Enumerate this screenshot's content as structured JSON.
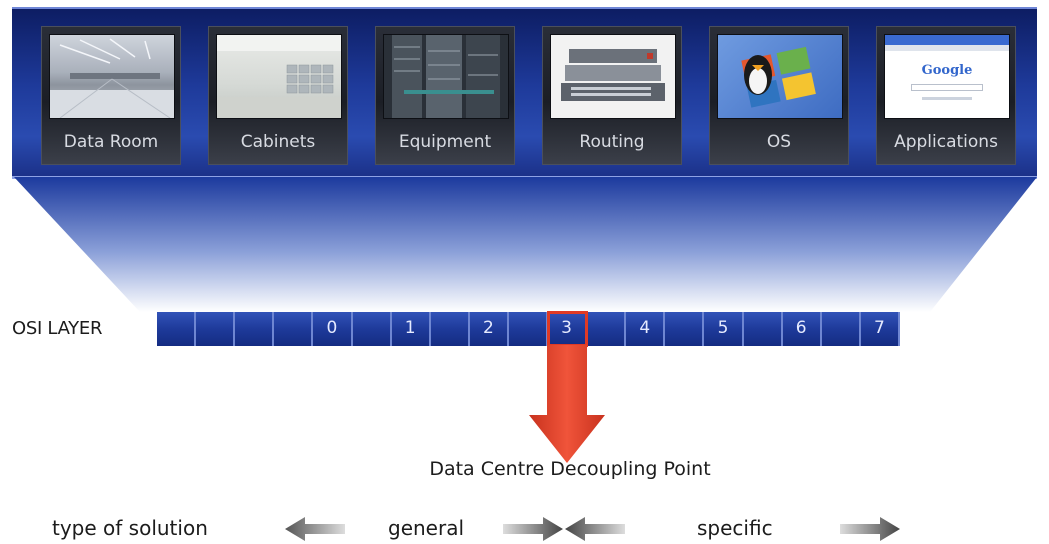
{
  "banner": {
    "tiles": [
      {
        "label": "Data Room",
        "icon": "data-room-photo"
      },
      {
        "label": "Cabinets",
        "icon": "cabinets-photo"
      },
      {
        "label": "Equipment",
        "icon": "equipment-photo"
      },
      {
        "label": "Routing",
        "icon": "router-photo"
      },
      {
        "label": "OS",
        "icon": "os-logos"
      },
      {
        "label": "Applications",
        "icon": "browser-screenshot"
      }
    ],
    "screenshot_brand": "Google"
  },
  "osi": {
    "label": "OSI LAYER",
    "cells": [
      "",
      "",
      "",
      "",
      "0",
      "",
      "1",
      "",
      "2",
      "",
      "3",
      "",
      "4",
      "",
      "5",
      "",
      "6",
      "",
      "7"
    ],
    "highlight_layer": "3"
  },
  "decoupling_label": "Data Centre Decoupling Point",
  "bottom": {
    "type_label": "type of solution",
    "general_label": "general",
    "specific_label": "specific"
  },
  "colors": {
    "banner_blue": "#1e3a9a",
    "arrow_red": "#e03a25",
    "tile_dark": "#1b1e25"
  }
}
